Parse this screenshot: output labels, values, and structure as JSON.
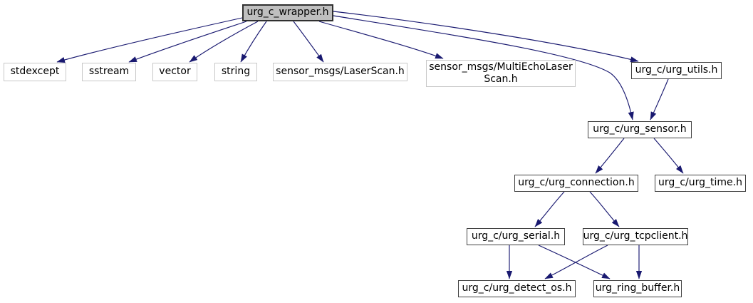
{
  "diagram": {
    "kind": "include-dependency-graph",
    "colors": {
      "background": "#ffffff",
      "edge": "#191970",
      "text": "#000000",
      "node_fill": "#ffffff",
      "root_fill": "#bfbfbf",
      "root_border": "#303030",
      "linked_border": "#424242",
      "external_border": "#c8c8c8"
    },
    "nodes": [
      {
        "id": "wrapper",
        "label": "urg_c_wrapper.h",
        "kind": "root",
        "linked": false
      },
      {
        "id": "stdexcept",
        "label": "stdexcept",
        "kind": "external",
        "linked": false
      },
      {
        "id": "sstream",
        "label": "sstream",
        "kind": "external",
        "linked": false
      },
      {
        "id": "vector",
        "label": "vector",
        "kind": "external",
        "linked": false
      },
      {
        "id": "string",
        "label": "string",
        "kind": "external",
        "linked": false
      },
      {
        "id": "laserscan",
        "label": "sensor_msgs/LaserScan.h",
        "kind": "external",
        "linked": false
      },
      {
        "id": "multiecho",
        "label": "sensor_msgs/MultiEchoLaser\nScan.h",
        "kind": "external",
        "linked": false
      },
      {
        "id": "utils",
        "label": "urg_c/urg_utils.h",
        "kind": "header",
        "linked": true
      },
      {
        "id": "sensor",
        "label": "urg_c/urg_sensor.h",
        "kind": "header",
        "linked": true
      },
      {
        "id": "connection",
        "label": "urg_c/urg_connection.h",
        "kind": "header",
        "linked": true
      },
      {
        "id": "time",
        "label": "urg_c/urg_time.h",
        "kind": "header",
        "linked": true
      },
      {
        "id": "serial",
        "label": "urg_c/urg_serial.h",
        "kind": "header",
        "linked": true
      },
      {
        "id": "tcpclient",
        "label": "urg_c/urg_tcpclient.h",
        "kind": "header",
        "linked": true
      },
      {
        "id": "detect_os",
        "label": "urg_c/urg_detect_os.h",
        "kind": "header",
        "linked": true
      },
      {
        "id": "ring_buffer",
        "label": "urg_ring_buffer.h",
        "kind": "header",
        "linked": true
      }
    ],
    "edges": [
      {
        "from": "wrapper",
        "to": "stdexcept"
      },
      {
        "from": "wrapper",
        "to": "sstream"
      },
      {
        "from": "wrapper",
        "to": "vector"
      },
      {
        "from": "wrapper",
        "to": "string"
      },
      {
        "from": "wrapper",
        "to": "laserscan"
      },
      {
        "from": "wrapper",
        "to": "multiecho"
      },
      {
        "from": "wrapper",
        "to": "utils"
      },
      {
        "from": "wrapper",
        "to": "sensor"
      },
      {
        "from": "utils",
        "to": "sensor"
      },
      {
        "from": "sensor",
        "to": "connection"
      },
      {
        "from": "sensor",
        "to": "time"
      },
      {
        "from": "connection",
        "to": "serial"
      },
      {
        "from": "connection",
        "to": "tcpclient"
      },
      {
        "from": "serial",
        "to": "detect_os"
      },
      {
        "from": "serial",
        "to": "ring_buffer"
      },
      {
        "from": "tcpclient",
        "to": "detect_os"
      },
      {
        "from": "tcpclient",
        "to": "ring_buffer"
      }
    ]
  }
}
